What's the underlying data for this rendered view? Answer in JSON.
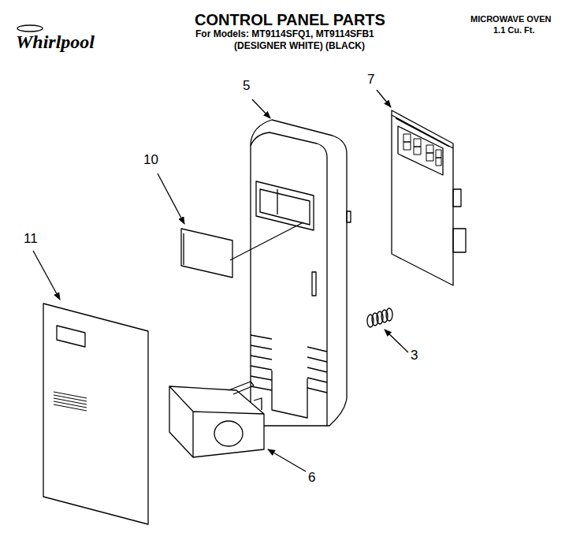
{
  "diagram": {
    "title": "CONTROL PANEL PARTS",
    "labels": [
      "Whirlpool",
      "MICROWAVE OVEN",
      "1.1 Cu. Ft.",
      "For Models: MT9114SFQ1, MT9114SFB1",
      "(DESIGNER WHITE) (BLACK)",
      "7",
      "5",
      "10",
      "11",
      "3",
      "6"
    ]
  }
}
